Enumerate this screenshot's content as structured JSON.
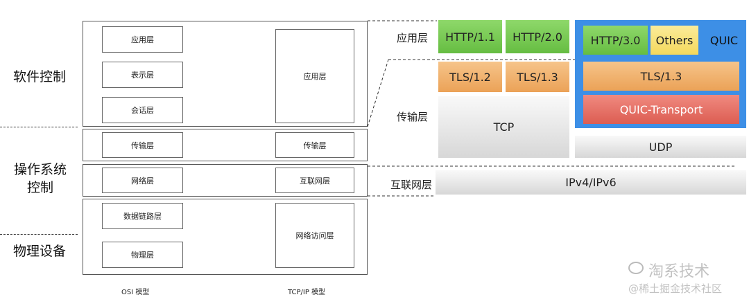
{
  "left": {
    "controls": [
      "软件控制",
      "操作系统\n控制",
      "物理设备"
    ],
    "osi_layers": [
      "应用层",
      "表示层",
      "会话层",
      "传输层",
      "网络层",
      "数据链路层",
      "物理层"
    ],
    "tcpip_layers": [
      "应用层",
      "传输层",
      "互联网层",
      "网络访问层"
    ],
    "captions": {
      "osi": "OSI 模型",
      "tcpip": "TCP/IP 模型"
    }
  },
  "right": {
    "row_labels": {
      "app": "应用层",
      "transport": "传输层",
      "internet": "互联网层"
    },
    "http11": "HTTP/1.1",
    "http20": "HTTP/2.0",
    "tls12": "TLS/1.2",
    "tls13_left": "TLS/1.3",
    "tcp": "TCP",
    "quic_label": "QUIC",
    "http30": "HTTP/3.0",
    "others": "Others",
    "tls13_quic": "TLS/1.3",
    "quic_transport": "QUIC-Transport",
    "udp": "UDP",
    "ip": "IPv4/IPv6"
  },
  "watermark": {
    "line1": "淘系技术",
    "line2": "@稀土掘金技术社区"
  },
  "colors": {
    "quic_bg": "#3d8fe6",
    "green": "#6cc04a",
    "orange": "#eda55c",
    "red": "#e06a5f",
    "yellow": "#f6dc69"
  }
}
